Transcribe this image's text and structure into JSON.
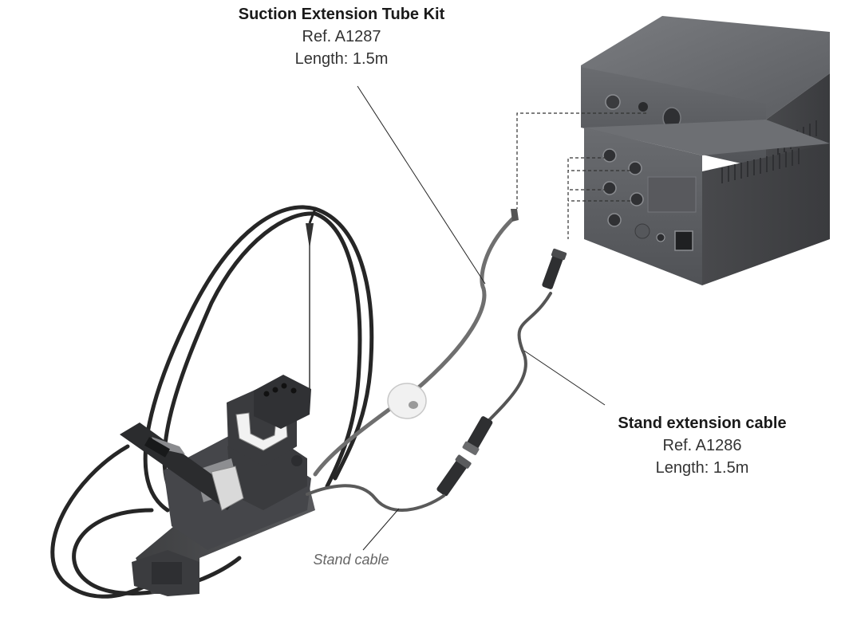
{
  "callouts": {
    "suction_kit": {
      "title": "Suction Extension Tube Kit",
      "ref": "Ref. A1287",
      "length": "Length: 1.5m"
    },
    "stand_extension": {
      "title": "Stand extension cable",
      "ref": "Ref. A1286",
      "length": "Length: 1.5m"
    },
    "stand_cable": {
      "label": "Stand cable"
    }
  },
  "colors": {
    "unit_body": "#5e6063",
    "unit_dark": "#3c3e41",
    "cable": "#2a2a2a",
    "tube": "#6f6f6f",
    "stand": "#4a4b4d",
    "clamp": "#eeeeee"
  },
  "icons": [
    "control-unit",
    "soldering-stand",
    "soldering-handle",
    "tube-clamp",
    "connector-plug"
  ]
}
